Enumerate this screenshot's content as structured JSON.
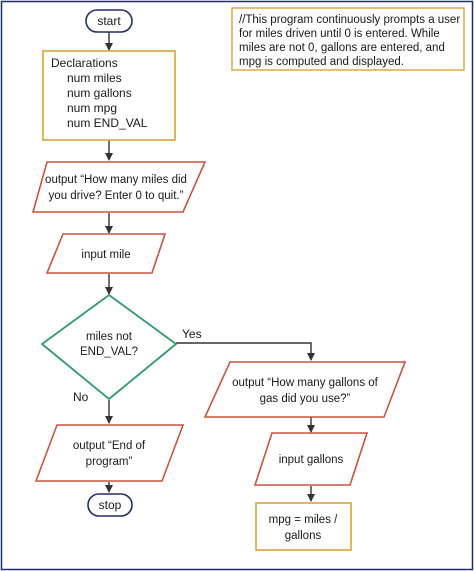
{
  "colors": {
    "frame": "#1f2f6b",
    "terminal_stroke": "#1f2f6b",
    "declaration_stroke": "#d9a43a",
    "note_stroke": "#d9a43a",
    "process_stroke": "#cc6f4a",
    "io_stroke": "#c8553f",
    "decision_stroke": "#2f9a6c",
    "arrow": "#333333"
  },
  "nodes": {
    "start": "start",
    "declarations": [
      "Declarations",
      "num miles",
      "num gallons",
      "num mpg",
      "num END_VAL"
    ],
    "prompt_miles": [
      "output “How many miles did",
      "you drive? Enter 0 to quit.”"
    ],
    "input_mile": "input mile",
    "decision": [
      "miles not",
      "END_VAL?"
    ],
    "prompt_gallons": [
      "output “How many gallons of",
      "gas did you use?”"
    ],
    "input_gallons": "input gallons",
    "compute_mpg": [
      "mpg = miles /",
      "gallons"
    ],
    "end_output": [
      "output “End of",
      "program”"
    ],
    "stop": "stop"
  },
  "edges": {
    "yes": "Yes",
    "no": "No"
  },
  "note": [
    "//This program continuously prompts a user",
    "for miles driven until 0 is entered. While",
    "miles are not 0, gallons are entered, and",
    "mpg is computed and displayed."
  ]
}
